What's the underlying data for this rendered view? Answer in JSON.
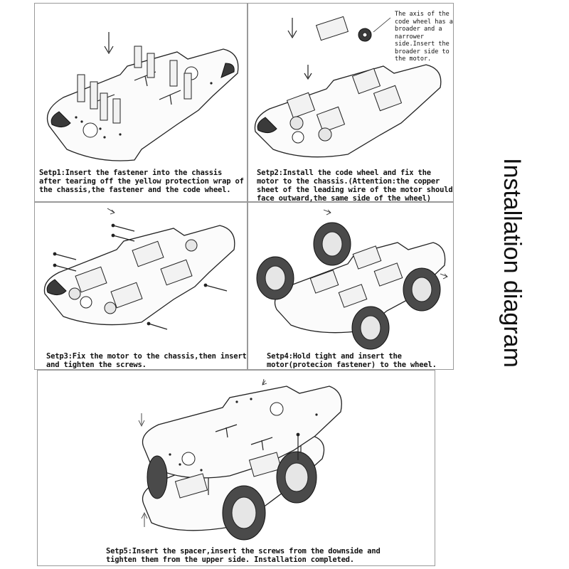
{
  "title": "Installation diagram",
  "steps": [
    {
      "id": "step1",
      "caption": "Setp1:Insert the fastener into the chassis\nafter tearing off the yellow protection wrap of\nthe chassis,the fastener and the code wheel."
    },
    {
      "id": "step2",
      "caption": "Setp2:Install the code wheel and fix the\nmotor to the chassis.(Attention:the copper\nsheet of the leading wire of the motor should\nface outward,the same side of the wheel)",
      "note": "The axis of the\ncode wheel has a\nbroader and a\nnarrower\nside.Insert the\nbroader side to\nthe motor."
    },
    {
      "id": "step3",
      "caption": "Setp3:Fix the motor to the chassis,then insert\nand tighten the screws."
    },
    {
      "id": "step4",
      "caption": "Setp4:Hold tight and insert the\nmotor(protecion fastener) to the wheel."
    },
    {
      "id": "step5",
      "caption": "Setp5:Insert the spacer,insert the screws from the downside and\ntighten them from the upper side. Installation completed."
    }
  ],
  "colors": {
    "line": "#222222",
    "panel_border": "#9a9a9a",
    "tyre": "#4a4a4a"
  },
  "icons": [
    "down-arrow-icon",
    "screw-icon",
    "wheel-icon",
    "motor-icon",
    "chassis-icon"
  ]
}
